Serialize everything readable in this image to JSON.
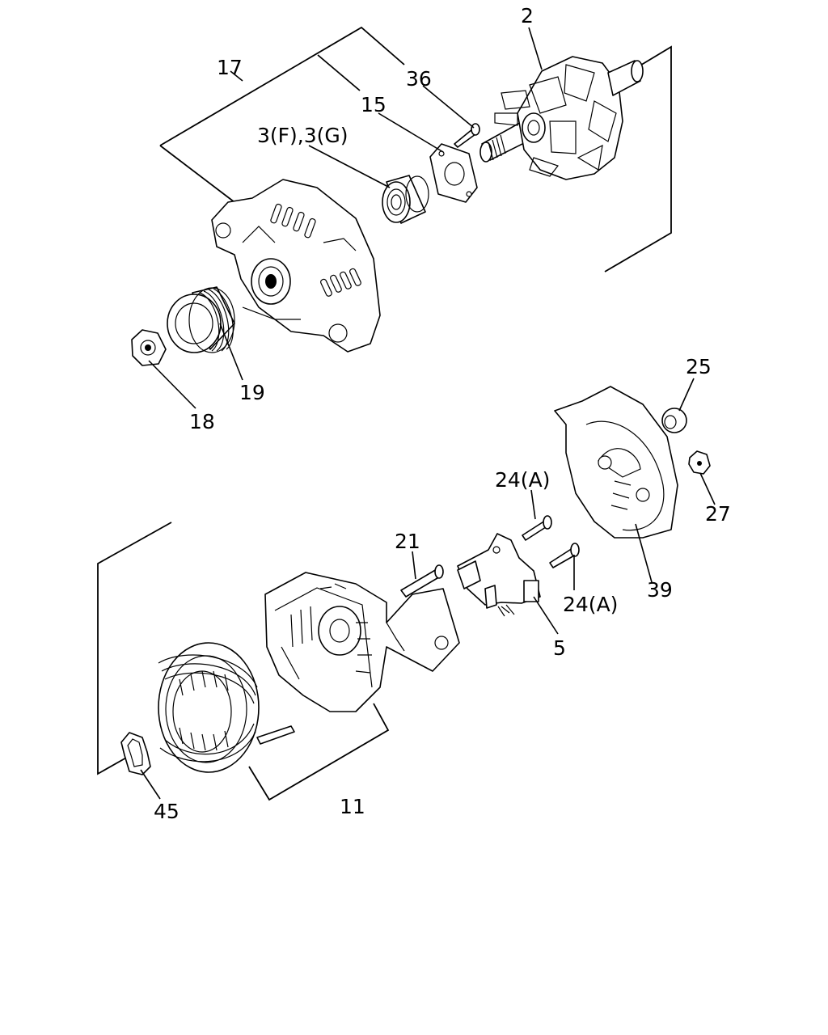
{
  "labels": {
    "l2": "2",
    "l17": "17",
    "l36": "36",
    "l15": "15",
    "l3fg": "3(F),3(G)",
    "l19": "19",
    "l18": "18",
    "l25": "25",
    "l24a_top": "24(A)",
    "l27": "27",
    "l21": "21",
    "l24a_bottom": "24(A)",
    "l39": "39",
    "l5": "5",
    "l45": "45",
    "l11": "11"
  },
  "colors": {
    "line": "#000000",
    "background": "#ffffff"
  }
}
